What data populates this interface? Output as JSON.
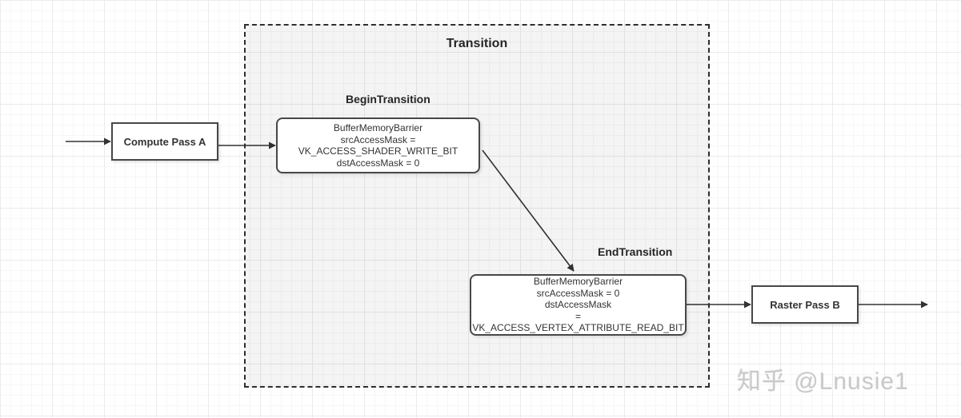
{
  "diagram": {
    "title": "Transition",
    "nodes": {
      "compute_pass_a": {
        "label": "Compute Pass A"
      },
      "raster_pass_b": {
        "label": "Raster Pass B"
      },
      "begin_transition": {
        "label": "BeginTransition",
        "lines": [
          "BufferMemoryBarrier",
          "srcAccessMask =",
          "VK_ACCESS_SHADER_WRITE_BIT",
          "dstAccessMask = 0"
        ]
      },
      "end_transition": {
        "label": "EndTransition",
        "lines": [
          "BufferMemoryBarrier",
          "srcAccessMask = 0",
          "dstAccessMask",
          "= VK_ACCESS_VERTEX_ATTRIBUTE_READ_BIT"
        ]
      }
    },
    "colors": {
      "node_border": "#474747",
      "arrow": "#333333",
      "container_fill": "#f2f2f2",
      "watermark": "#c9c9c9"
    },
    "watermark": "知乎 @Lnusie1"
  }
}
